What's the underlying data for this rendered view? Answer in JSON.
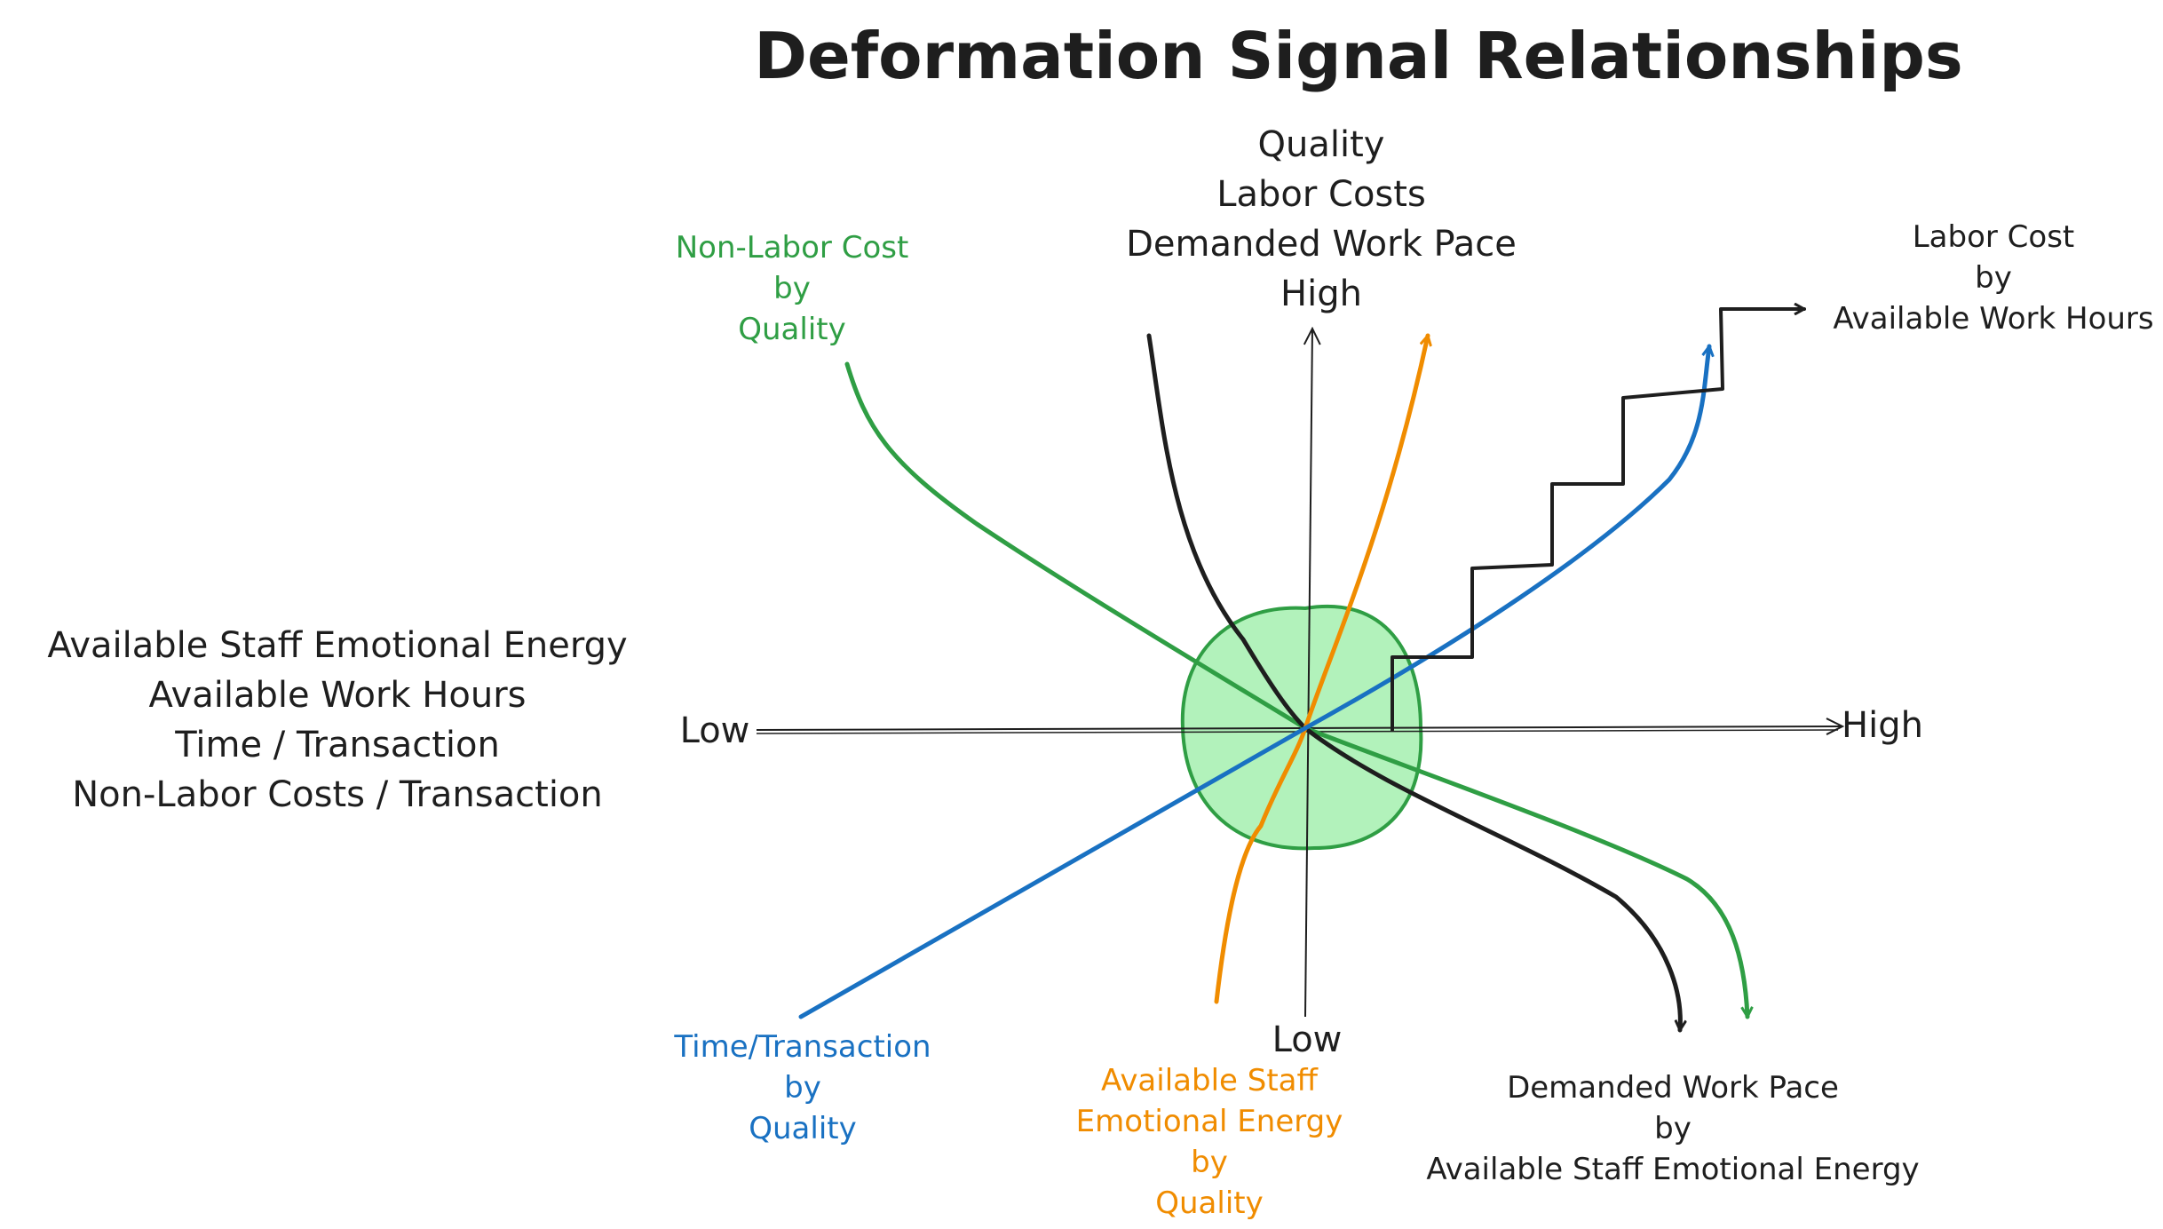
{
  "title": "Deformation Signal Relationships",
  "vertical_axis": {
    "labels": [
      "Quality",
      "Labor Costs",
      "Demanded Work Pace"
    ],
    "high": "High",
    "low": "Low"
  },
  "horizontal_axis": {
    "labels": [
      "Available Staff Emotional Energy",
      "Available Work Hours",
      "Time / Transaction",
      "Non-Labor Costs / Transaction"
    ],
    "low": "Low",
    "high": "High"
  },
  "curves": {
    "non_labor_cost": {
      "lines": [
        "Non-Labor Cost",
        "by",
        "Quality"
      ],
      "color": "#2f9e44"
    },
    "labor_cost": {
      "lines": [
        "Labor Cost",
        "by",
        "Available Work Hours"
      ],
      "color": "#1e1e1e"
    },
    "time_transaction": {
      "lines": [
        "Time/Transaction",
        "by",
        "Quality"
      ],
      "color": "#1971c2"
    },
    "emotional_energy": {
      "lines": [
        "Available Staff",
        "Emotional Energy",
        "by",
        "Quality"
      ],
      "color": "#f08c00"
    },
    "work_pace": {
      "lines": [
        "Demanded Work Pace",
        "by",
        "Available Staff Emotional Energy"
      ],
      "color": "#1e1e1e"
    }
  },
  "colors": {
    "axis": "#1e1e1e",
    "center_fill": "#b2f2bb",
    "center_stroke": "#2f9e44",
    "green": "#2f9e44",
    "blue": "#1971c2",
    "orange": "#f08c00",
    "black": "#1e1e1e"
  }
}
